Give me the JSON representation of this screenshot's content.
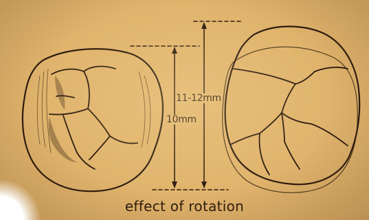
{
  "figure": {
    "caption": "effect of rotation",
    "dimension_outer": "11-12mm",
    "dimension_inner": "10mm"
  },
  "colors": {
    "background": "#e0b46d",
    "ink": "#2b1a0e"
  }
}
